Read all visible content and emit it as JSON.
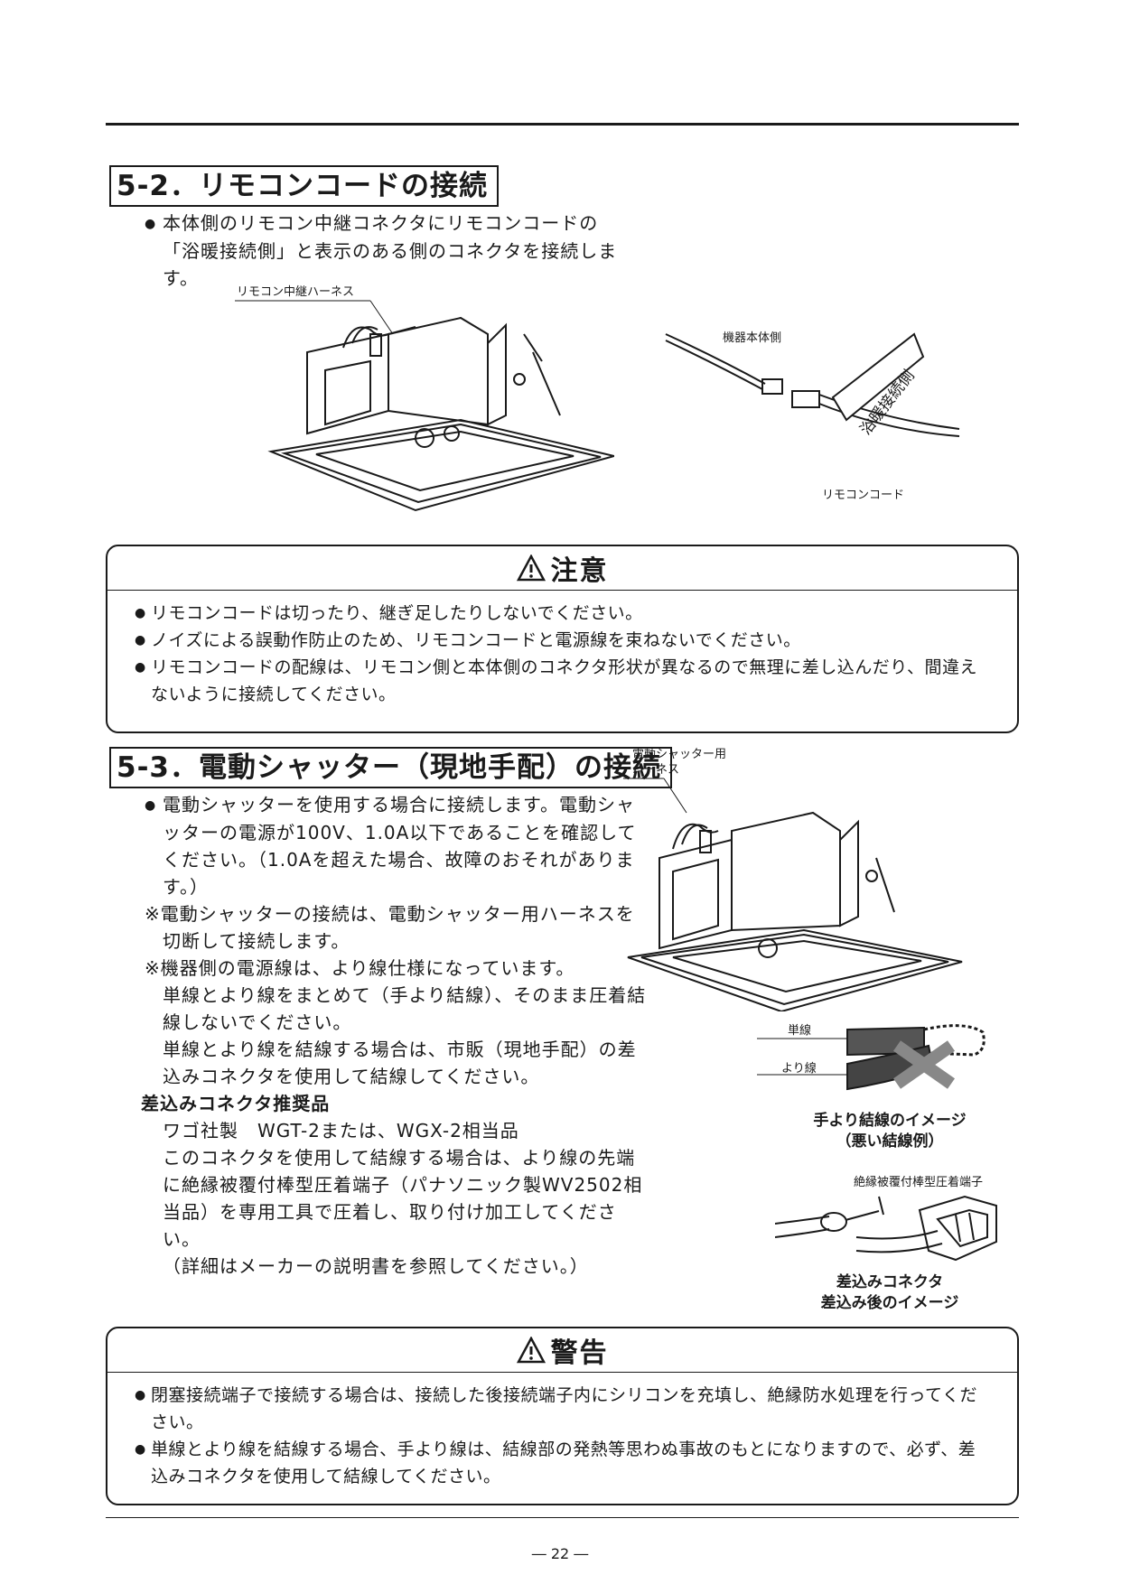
{
  "s52": {
    "heading": "5-2．リモコンコードの接続",
    "bullet": "本体側のリモコン中継コネクタにリモコンコードの「浴暖接続側」と表示のある側のコネクタを接続します。",
    "fig_label_harness": "リモコン中継ハーネス",
    "fig_label_body": "機器本体側",
    "fig_label_tag": "浴暖接続側",
    "fig_label_cord": "リモコンコード"
  },
  "caution": {
    "title": "注意",
    "items": [
      "リモコンコードは切ったり、継ぎ足したりしないでください。",
      "ノイズによる誤動作防止のため、リモコンコードと電源線を束ねないでください。",
      "リモコンコードの配線は、リモコン側と本体側のコネクタ形状が異なるので無理に差し込んだり、間違えないように接続してください。"
    ]
  },
  "s53": {
    "heading": "5-3．電動シャッター（現地手配）の接続",
    "bullet": "電動シャッターを使用する場合に接続します。電動シャッターの電源が100V、1.0A以下であることを確認してください。（1.0Aを超えた場合、故障のおそれがあります。）",
    "note1": "※電動シャッターの接続は、電動シャッター用ハーネスを切断して接続します。",
    "note2": "※機器側の電源線は、より線仕様になっています。",
    "note2a": "単線とより線をまとめて（手より結線）、そのまま圧着結線しないでください。",
    "note2b": "単線とより線を結線する場合は、市販（現地手配）の差込みコネクタを使用して結線してください。",
    "rec_title": "差込みコネクタ推奨品",
    "rec1": "ワゴ社製　WGT-2または、WGX-2相当品",
    "rec2": "このコネクタを使用して結線する場合は、より線の先端に絶縁被覆付棒型圧着端子（パナソニック製WV2502相当品）を専用工具で圧着し、取り付け加工してください。",
    "rec3": "（詳細はメーカーの説明書を参照してください。）",
    "fig_harness_1": "電動シャッター用",
    "fig_harness_2": "ハーネス",
    "fig_solid": "単線",
    "fig_stranded": "より線",
    "cap1_a": "手より結線のイメージ",
    "cap1_b": "（悪い結線例）",
    "fig_terminal": "絶縁被覆付棒型圧着端子",
    "cap2_a": "差込みコネクタ",
    "cap2_b": "差込み後のイメージ"
  },
  "warning": {
    "title": "警告",
    "items": [
      "閉塞接続端子で接続する場合は、接続した後接続端子内にシリコンを充填し、絶縁防水処理を行ってください。",
      "単線とより線を結線する場合、手より線は、結線部の発熱等思わぬ事故のもとになりますので、必ず、差込みコネクタを使用して結線してください。"
    ]
  },
  "page_number": "― 22 ―",
  "colors": {
    "ink": "#1a1a1a",
    "line": "#444444"
  }
}
